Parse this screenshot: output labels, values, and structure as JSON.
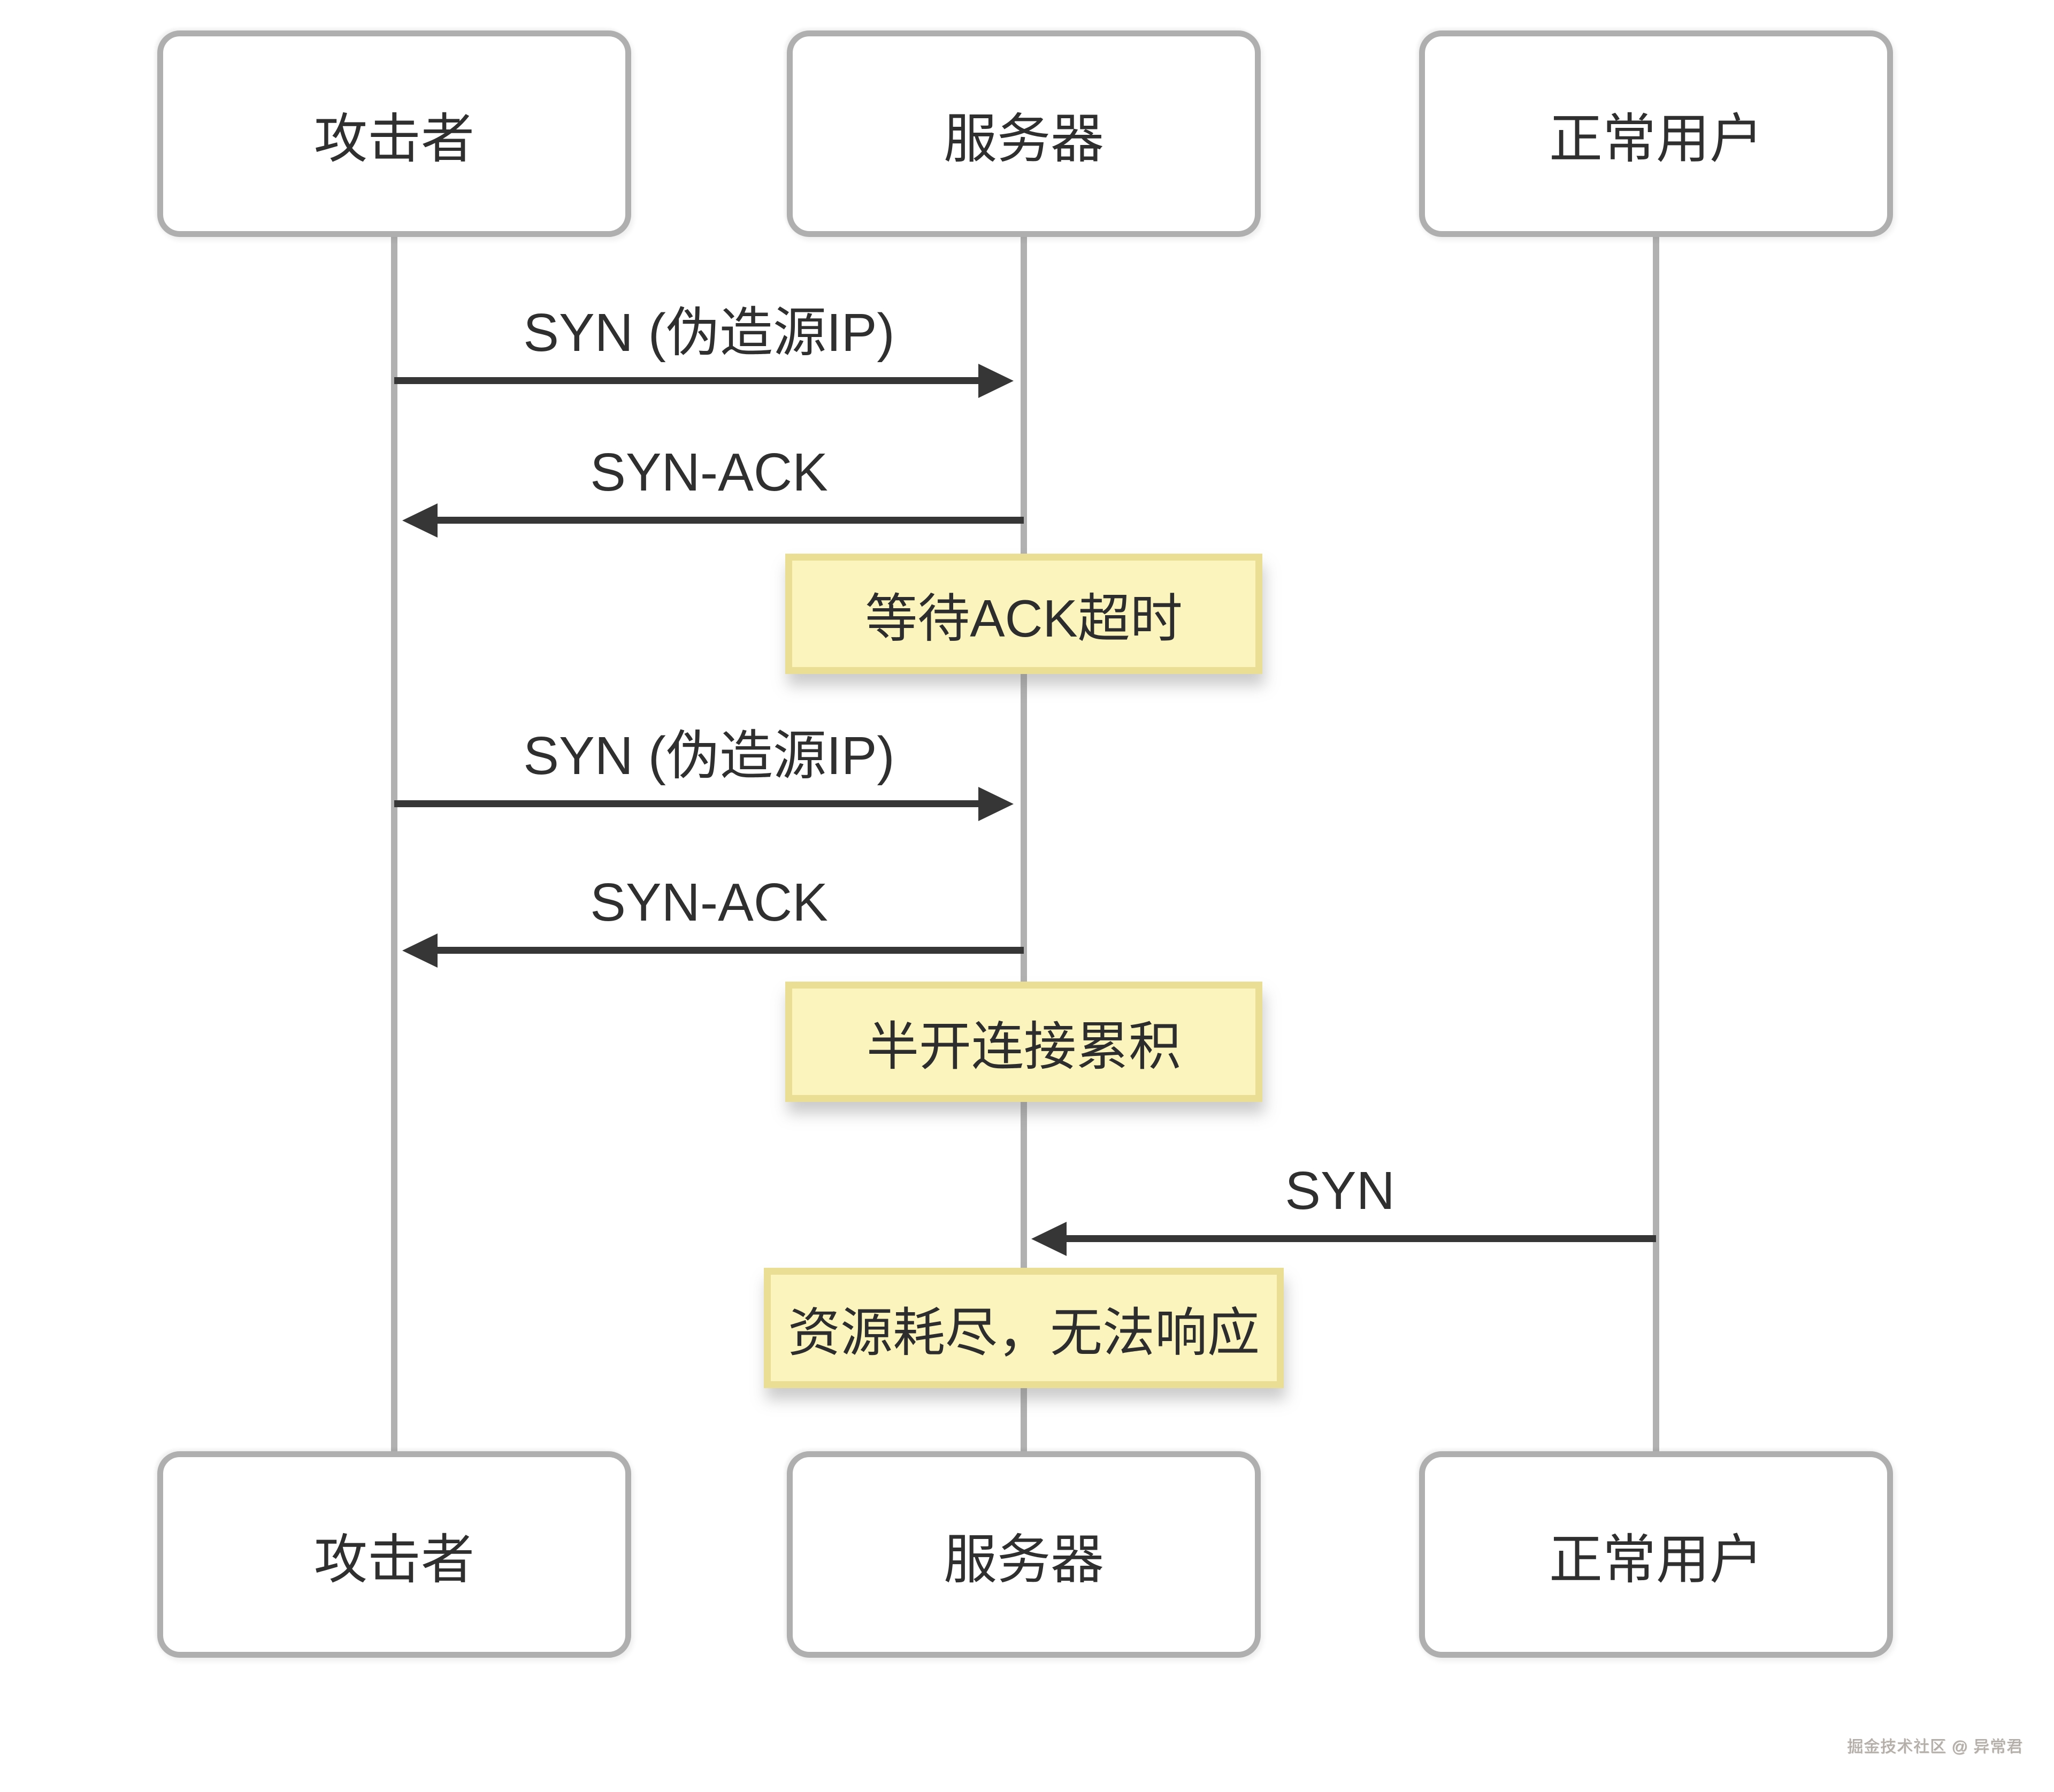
{
  "diagram_type": "sequence-diagram",
  "actors": [
    {
      "id": "attacker",
      "label": "攻击者"
    },
    {
      "id": "server",
      "label": "服务器"
    },
    {
      "id": "user",
      "label": "正常用户"
    }
  ],
  "messages": [
    {
      "label": "SYN (伪造源IP)",
      "from": "攻击者",
      "to": "服务器",
      "direction": "right"
    },
    {
      "label": "SYN-ACK",
      "from": "服务器",
      "to": "攻击者",
      "direction": "left"
    },
    {
      "label": "SYN (伪造源IP)",
      "from": "攻击者",
      "to": "服务器",
      "direction": "right"
    },
    {
      "label": "SYN-ACK",
      "from": "服务器",
      "to": "攻击者",
      "direction": "left"
    },
    {
      "label": "SYN",
      "from": "正常用户",
      "to": "服务器",
      "direction": "left"
    }
  ],
  "notes": [
    {
      "label": "等待ACK超时",
      "over": "服务器"
    },
    {
      "label": "半开连接累积",
      "over": "服务器"
    },
    {
      "label": "资源耗尽，无法响应",
      "over": "服务器"
    }
  ],
  "watermark": "掘金技术社区 @ 异常君",
  "colors": {
    "arrow": "#363636",
    "lifeline": "#b1b1b1",
    "actor_border": "#afafaf",
    "note_fill": "#fbf5bd",
    "note_border": "#e9de93",
    "text": "#2f2f2f"
  }
}
